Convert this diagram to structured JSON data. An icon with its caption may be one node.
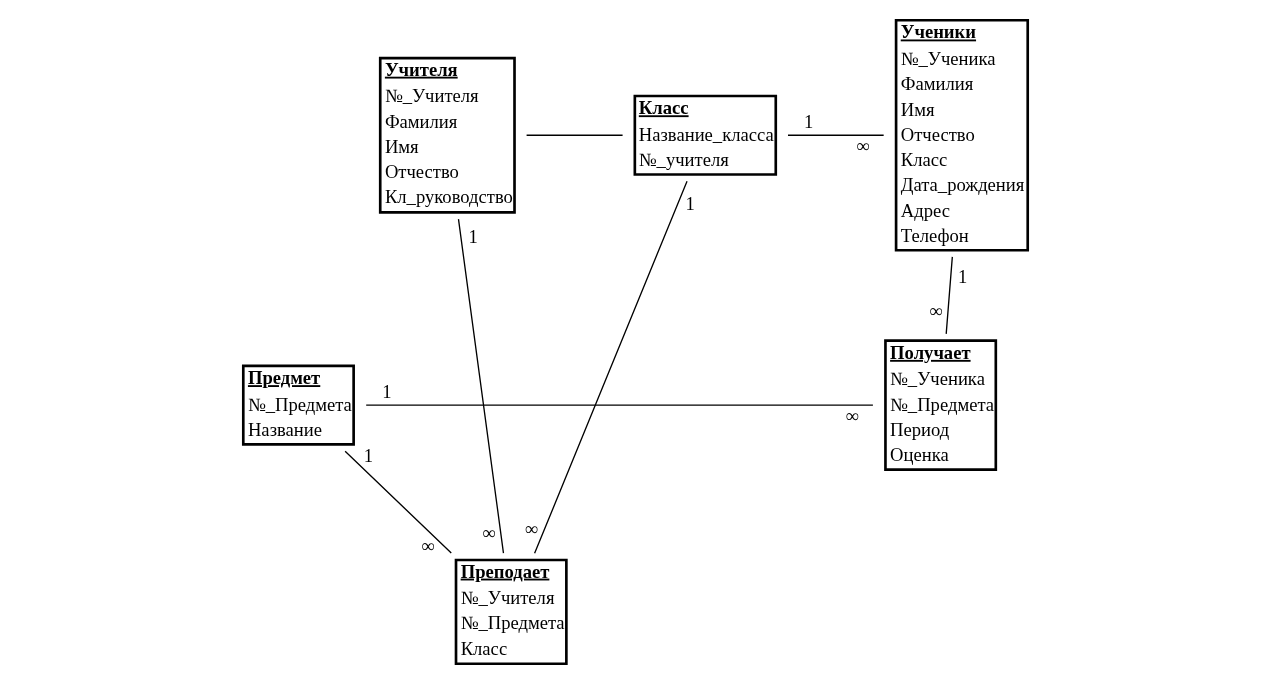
{
  "diagram": {
    "nodes": [
      {
        "text": [
          "Ученики",
          "№_Ученика",
          "Фамилия",
          "Имя",
          "Отчество",
          "Класс",
          "Дата_рождения",
          "Адрес",
          "Телефон"
        ]
      },
      {
        "text": [
          "Класс",
          "Название_класса",
          "№_учителя"
        ]
      },
      {
        "text": [
          "Учителя",
          "№_Учителя",
          "Фамилия",
          "Имя",
          "Отчество",
          "Кл_руководство"
        ]
      },
      {
        "text": [
          "Преподает",
          "№_Учителя",
          "№_Предмета",
          "Класс"
        ]
      },
      {
        "text": [
          "Получает",
          "№_Ученика",
          "№_Предмета",
          "Период",
          "Оценка"
        ]
      },
      {
        "text": [
          "Предмет",
          "№_Предмета",
          "Название"
        ]
      }
    ],
    "edges": [
      {
        "from": 0,
        "to": 4,
        "arrow": "none"
      },
      {
        "from": 1,
        "to": 0,
        "arrow": "none"
      },
      {
        "from": 1,
        "to": 3,
        "arrow": "none"
      },
      {
        "from": 2,
        "to": 1,
        "arrow": "none"
      },
      {
        "from": 2,
        "to": 3,
        "arrow": "none"
      },
      {
        "from": 5,
        "to": 3,
        "arrow": "none"
      },
      {
        "from": 5,
        "to": 4,
        "arrow": "none"
      }
    ],
    "labels": [
      "1",
      "1",
      "1",
      "1",
      "∞",
      "∞",
      "∞",
      "∞",
      "1",
      "∞",
      "1",
      "∞"
    ]
  }
}
